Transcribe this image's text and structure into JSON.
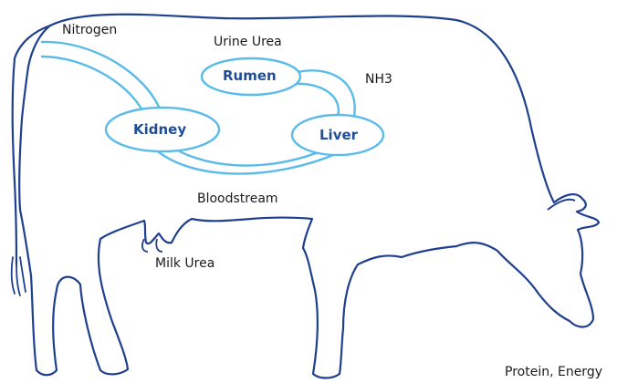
{
  "diagram": {
    "labels": {
      "nitrogen": "Nitrogen",
      "urine_urea": "Urine Urea",
      "nh3": "NH3",
      "bloodstream": "Bloodstream",
      "milk_urea": "Milk Urea",
      "protein_energy": "Protein, Energy"
    },
    "organs": {
      "rumen": "Rumen",
      "kidney": "Kidney",
      "liver": "Liver"
    },
    "colors": {
      "outline": "#1f3f8f",
      "pipes": "#5bbbe8",
      "organ_text": "#1f4e96"
    }
  }
}
